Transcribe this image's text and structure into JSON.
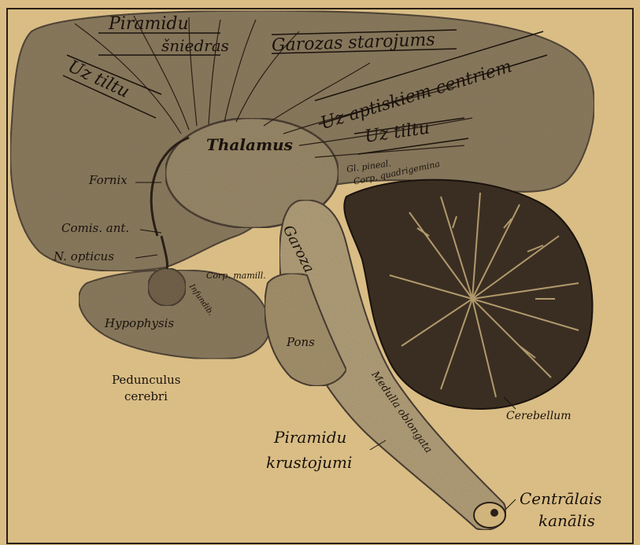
{
  "labels": {
    "piramidu_sniedras_1": "Piramidu",
    "piramidu_sniedras_2": "šniedras",
    "uz_tiltu_left": "Uz tiltu",
    "garozas_starojums": "Garozas starojums",
    "uz_aptiskiem_centriem": "Uz aptiskiem centriem",
    "uz_tiltu_right": "Uz tiltu",
    "thalamus": "Thalamus",
    "gl_pineal": "Gl. pineal.",
    "corp_quadrigemina": "Corp. quadrigemina",
    "fornix": "Fornix",
    "comis_ant": "Comis. ant.",
    "n_opticus": "N. opticus",
    "garoza": "Garoza",
    "corp_mamill": "Corp. mamill.",
    "infundibulum": "Infundib.",
    "hypophysis": "Hypophysis",
    "pons": "Pons",
    "medulla_oblongata": "Medulla oblongata",
    "pedunculus_1": "Pedunculus",
    "pedunculus_2": "cerebri",
    "cerebellum": "Cerebellum",
    "piramidu_krustojums_1": "Piramidu",
    "piramidu_krustojums_2": "krustojumi",
    "centralais_kanalis_1": "Centrālais",
    "centralais_kanalis_2": "kanālis"
  },
  "colors": {
    "paper": "#d9bd85",
    "ink": "#1a120c",
    "tissue": "#8a7a5c",
    "tissue_dark": "#3a2e22",
    "tissue_light": "#b8a47c"
  }
}
